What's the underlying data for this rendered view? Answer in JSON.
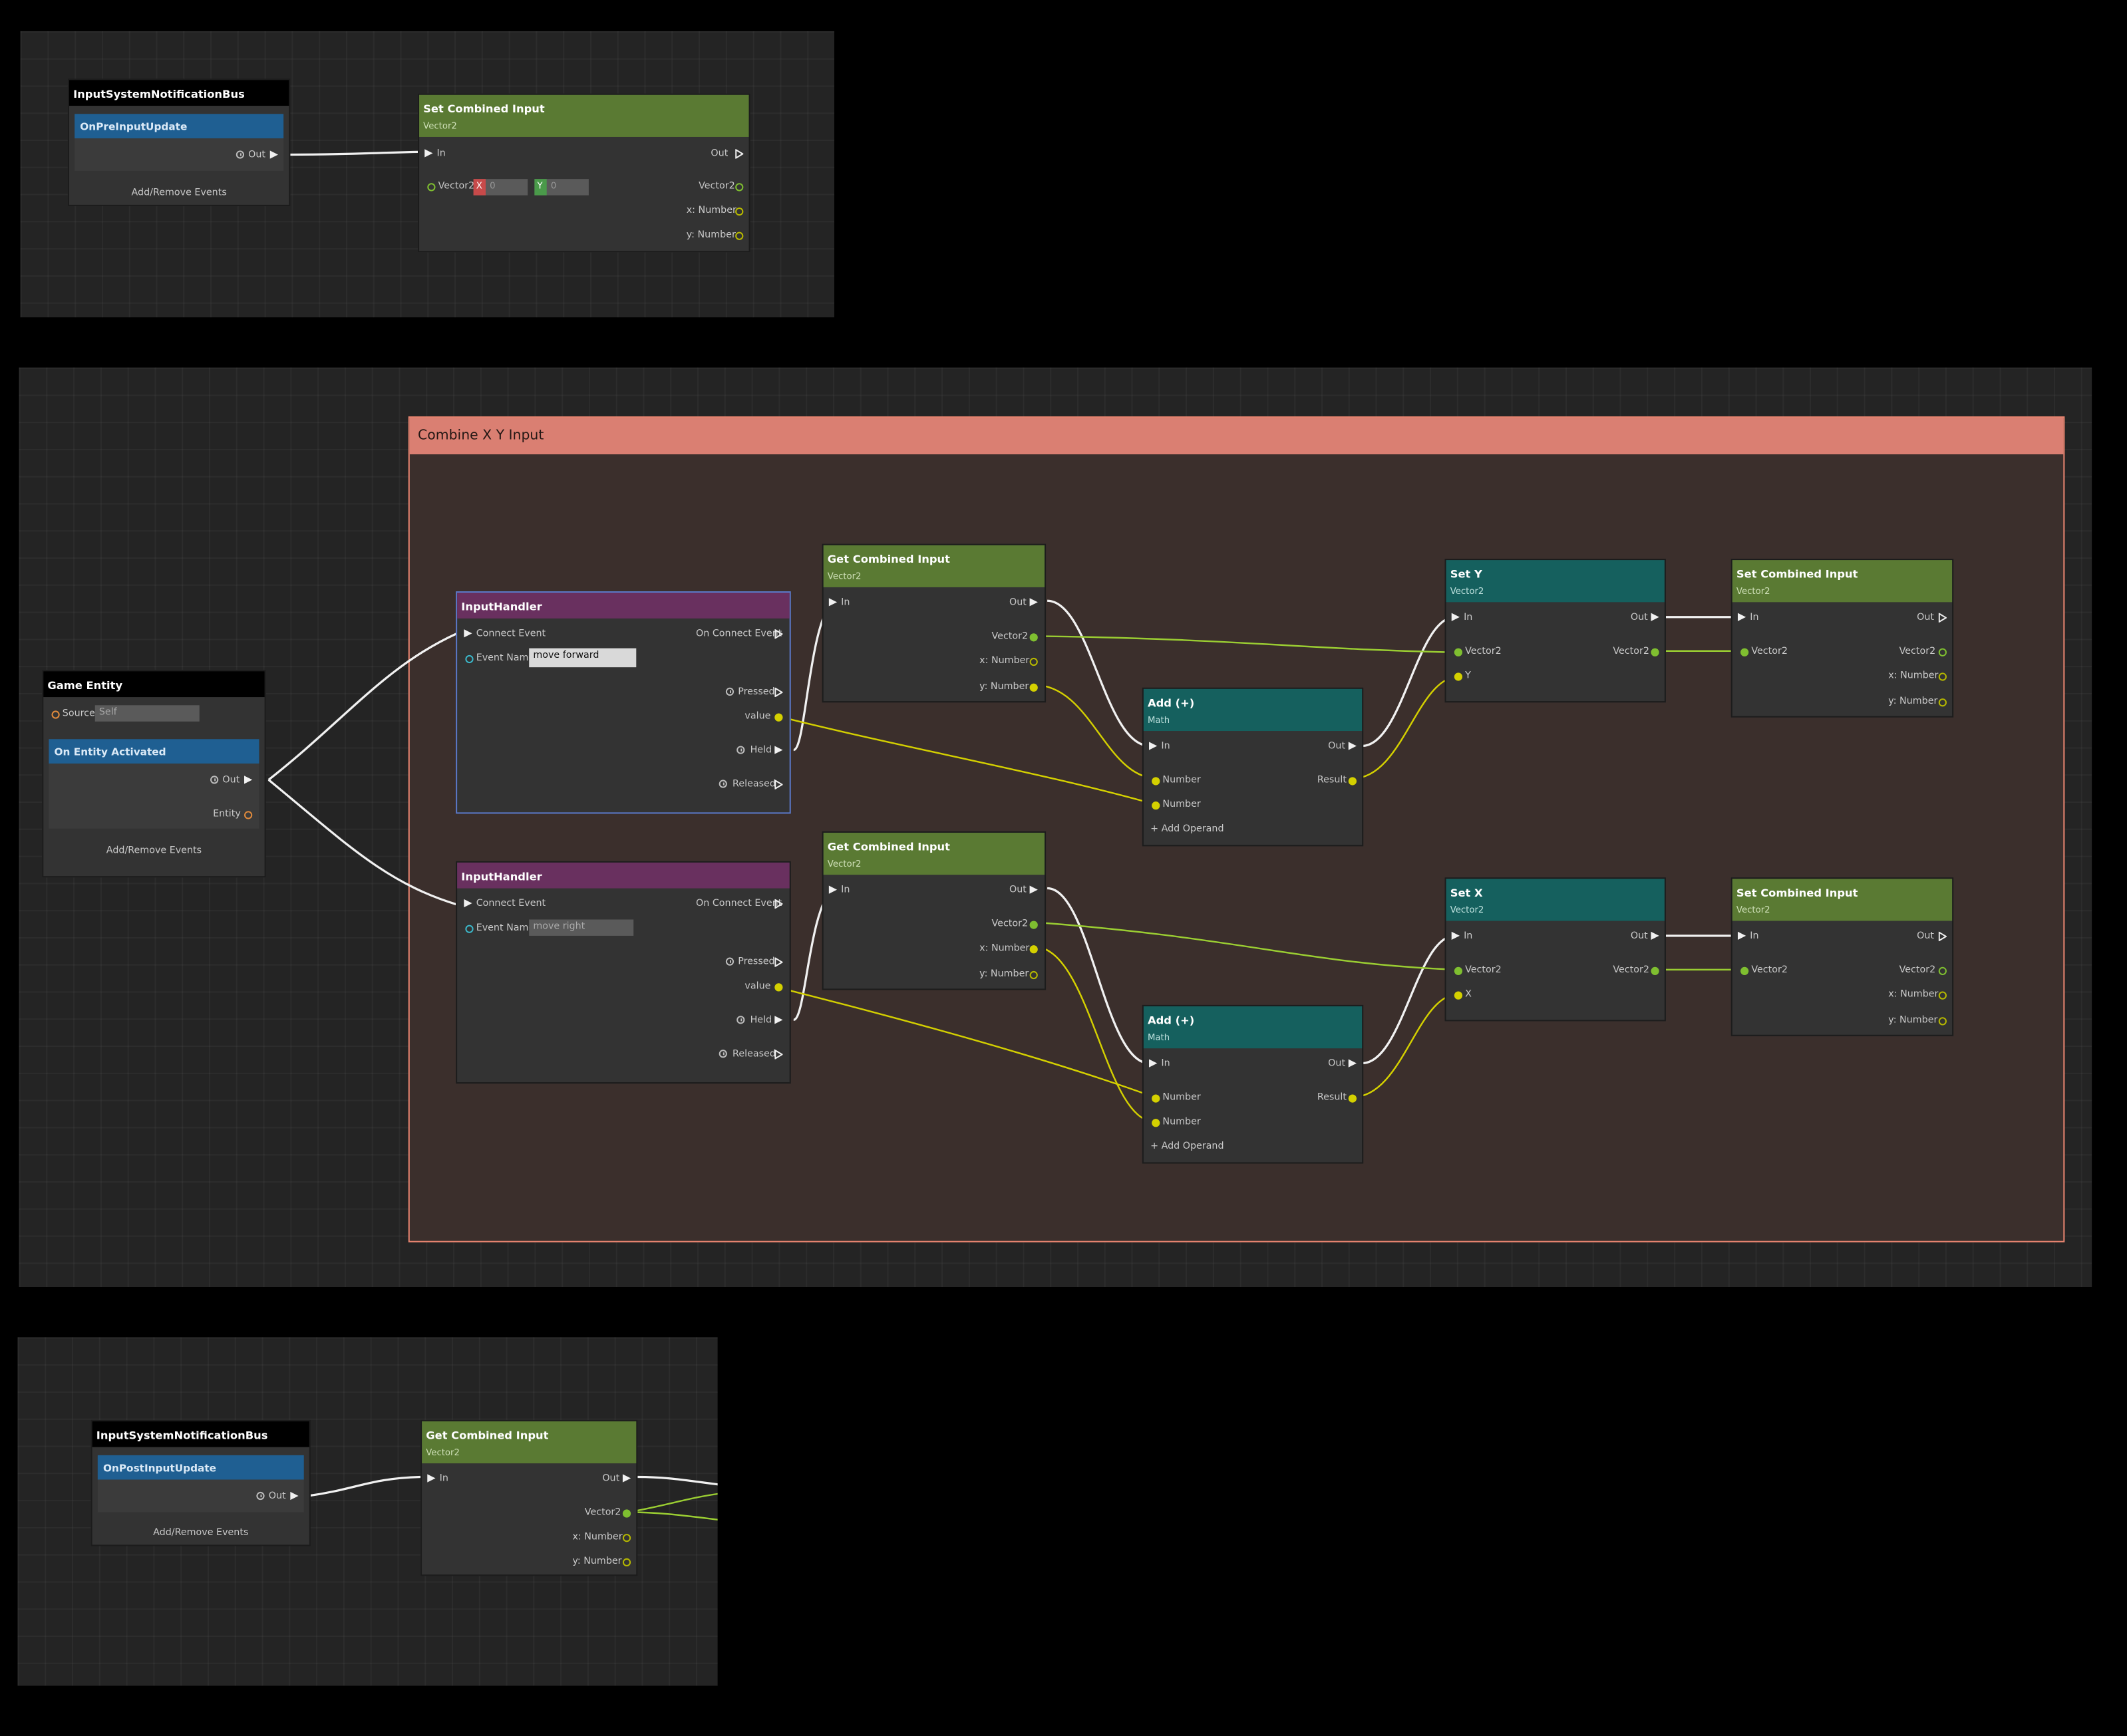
{
  "panel_top": {
    "bus_node": {
      "title": "InputSystemNotificationBus",
      "event": "OnPreInputUpdate",
      "out": "Out",
      "footer": "Add/Remove Events"
    },
    "set_node": {
      "title": "Set Combined Input",
      "subtitle": "Vector2",
      "in": "In",
      "out": "Out",
      "vector_label": "Vector2",
      "x_tag": "X",
      "x_value": "0",
      "y_tag": "Y",
      "y_value": "0",
      "out_vector": "Vector2",
      "out_x": "x: Number",
      "out_y": "y: Number"
    }
  },
  "panel_main": {
    "group_title": "Combine X Y Input",
    "game_entity": {
      "title": "Game Entity",
      "source_label": "Source",
      "source_value": "Self",
      "event": "On Entity Activated",
      "out": "Out",
      "entity": "Entity",
      "footer": "Add/Remove Events"
    },
    "input_handler_1": {
      "title": "InputHandler",
      "connect": "Connect Event",
      "on_connect": "On Connect Event",
      "event_name_label": "Event Name",
      "event_name": "move forward",
      "pressed": "Pressed",
      "value": "value",
      "held": "Held",
      "released": "Released"
    },
    "input_handler_2": {
      "title": "InputHandler",
      "connect": "Connect Event",
      "on_connect": "On Connect Event",
      "event_name_label": "Event Name",
      "event_name": "move right",
      "pressed": "Pressed",
      "value": "value",
      "held": "Held",
      "released": "Released"
    },
    "get_combined_1": {
      "title": "Get Combined Input",
      "subtitle": "Vector2",
      "in": "In",
      "out": "Out",
      "vector": "Vector2",
      "x": "x: Number",
      "y": "y: Number"
    },
    "get_combined_2": {
      "title": "Get Combined Input",
      "subtitle": "Vector2",
      "in": "In",
      "out": "Out",
      "vector": "Vector2",
      "x": "x: Number",
      "y": "y: Number"
    },
    "add_1": {
      "title": "Add (+)",
      "subtitle": "Math",
      "in": "In",
      "out": "Out",
      "number1": "Number",
      "result": "Result",
      "number2": "Number",
      "add_operand": "+ Add Operand"
    },
    "add_2": {
      "title": "Add (+)",
      "subtitle": "Math",
      "in": "In",
      "out": "Out",
      "number1": "Number",
      "result": "Result",
      "number2": "Number",
      "add_operand": "+ Add Operand"
    },
    "set_y": {
      "title": "Set Y",
      "subtitle": "Vector2",
      "in": "In",
      "out": "Out",
      "vector_in": "Vector2",
      "vector_out": "Vector2",
      "comp": "Y"
    },
    "set_x": {
      "title": "Set X",
      "subtitle": "Vector2",
      "in": "In",
      "out": "Out",
      "vector_in": "Vector2",
      "vector_out": "Vector2",
      "comp": "X"
    },
    "set_combined_1": {
      "title": "Set Combined Input",
      "subtitle": "Vector2",
      "in": "In",
      "out": "Out",
      "vector_in": "Vector2",
      "vector_out": "Vector2",
      "x": "x: Number",
      "y": "y: Number"
    },
    "set_combined_2": {
      "title": "Set Combined Input",
      "subtitle": "Vector2",
      "in": "In",
      "out": "Out",
      "vector_in": "Vector2",
      "vector_out": "Vector2",
      "x": "x: Number",
      "y": "y: Number"
    }
  },
  "panel_bottom": {
    "bus_node": {
      "title": "InputSystemNotificationBus",
      "event": "OnPostInputUpdate",
      "out": "Out",
      "footer": "Add/Remove Events"
    },
    "get_node": {
      "title": "Get Combined Input",
      "subtitle": "Vector2",
      "in": "In",
      "out": "Out",
      "vector": "Vector2",
      "x": "x: Number",
      "y": "y: Number"
    }
  },
  "colors": {
    "exec_wire": "#f1f1f1",
    "number_wire": "#d4d000",
    "vector_wire": "#9acd32",
    "group_header": "#da7f72",
    "group_body": "#3b2f2c"
  }
}
